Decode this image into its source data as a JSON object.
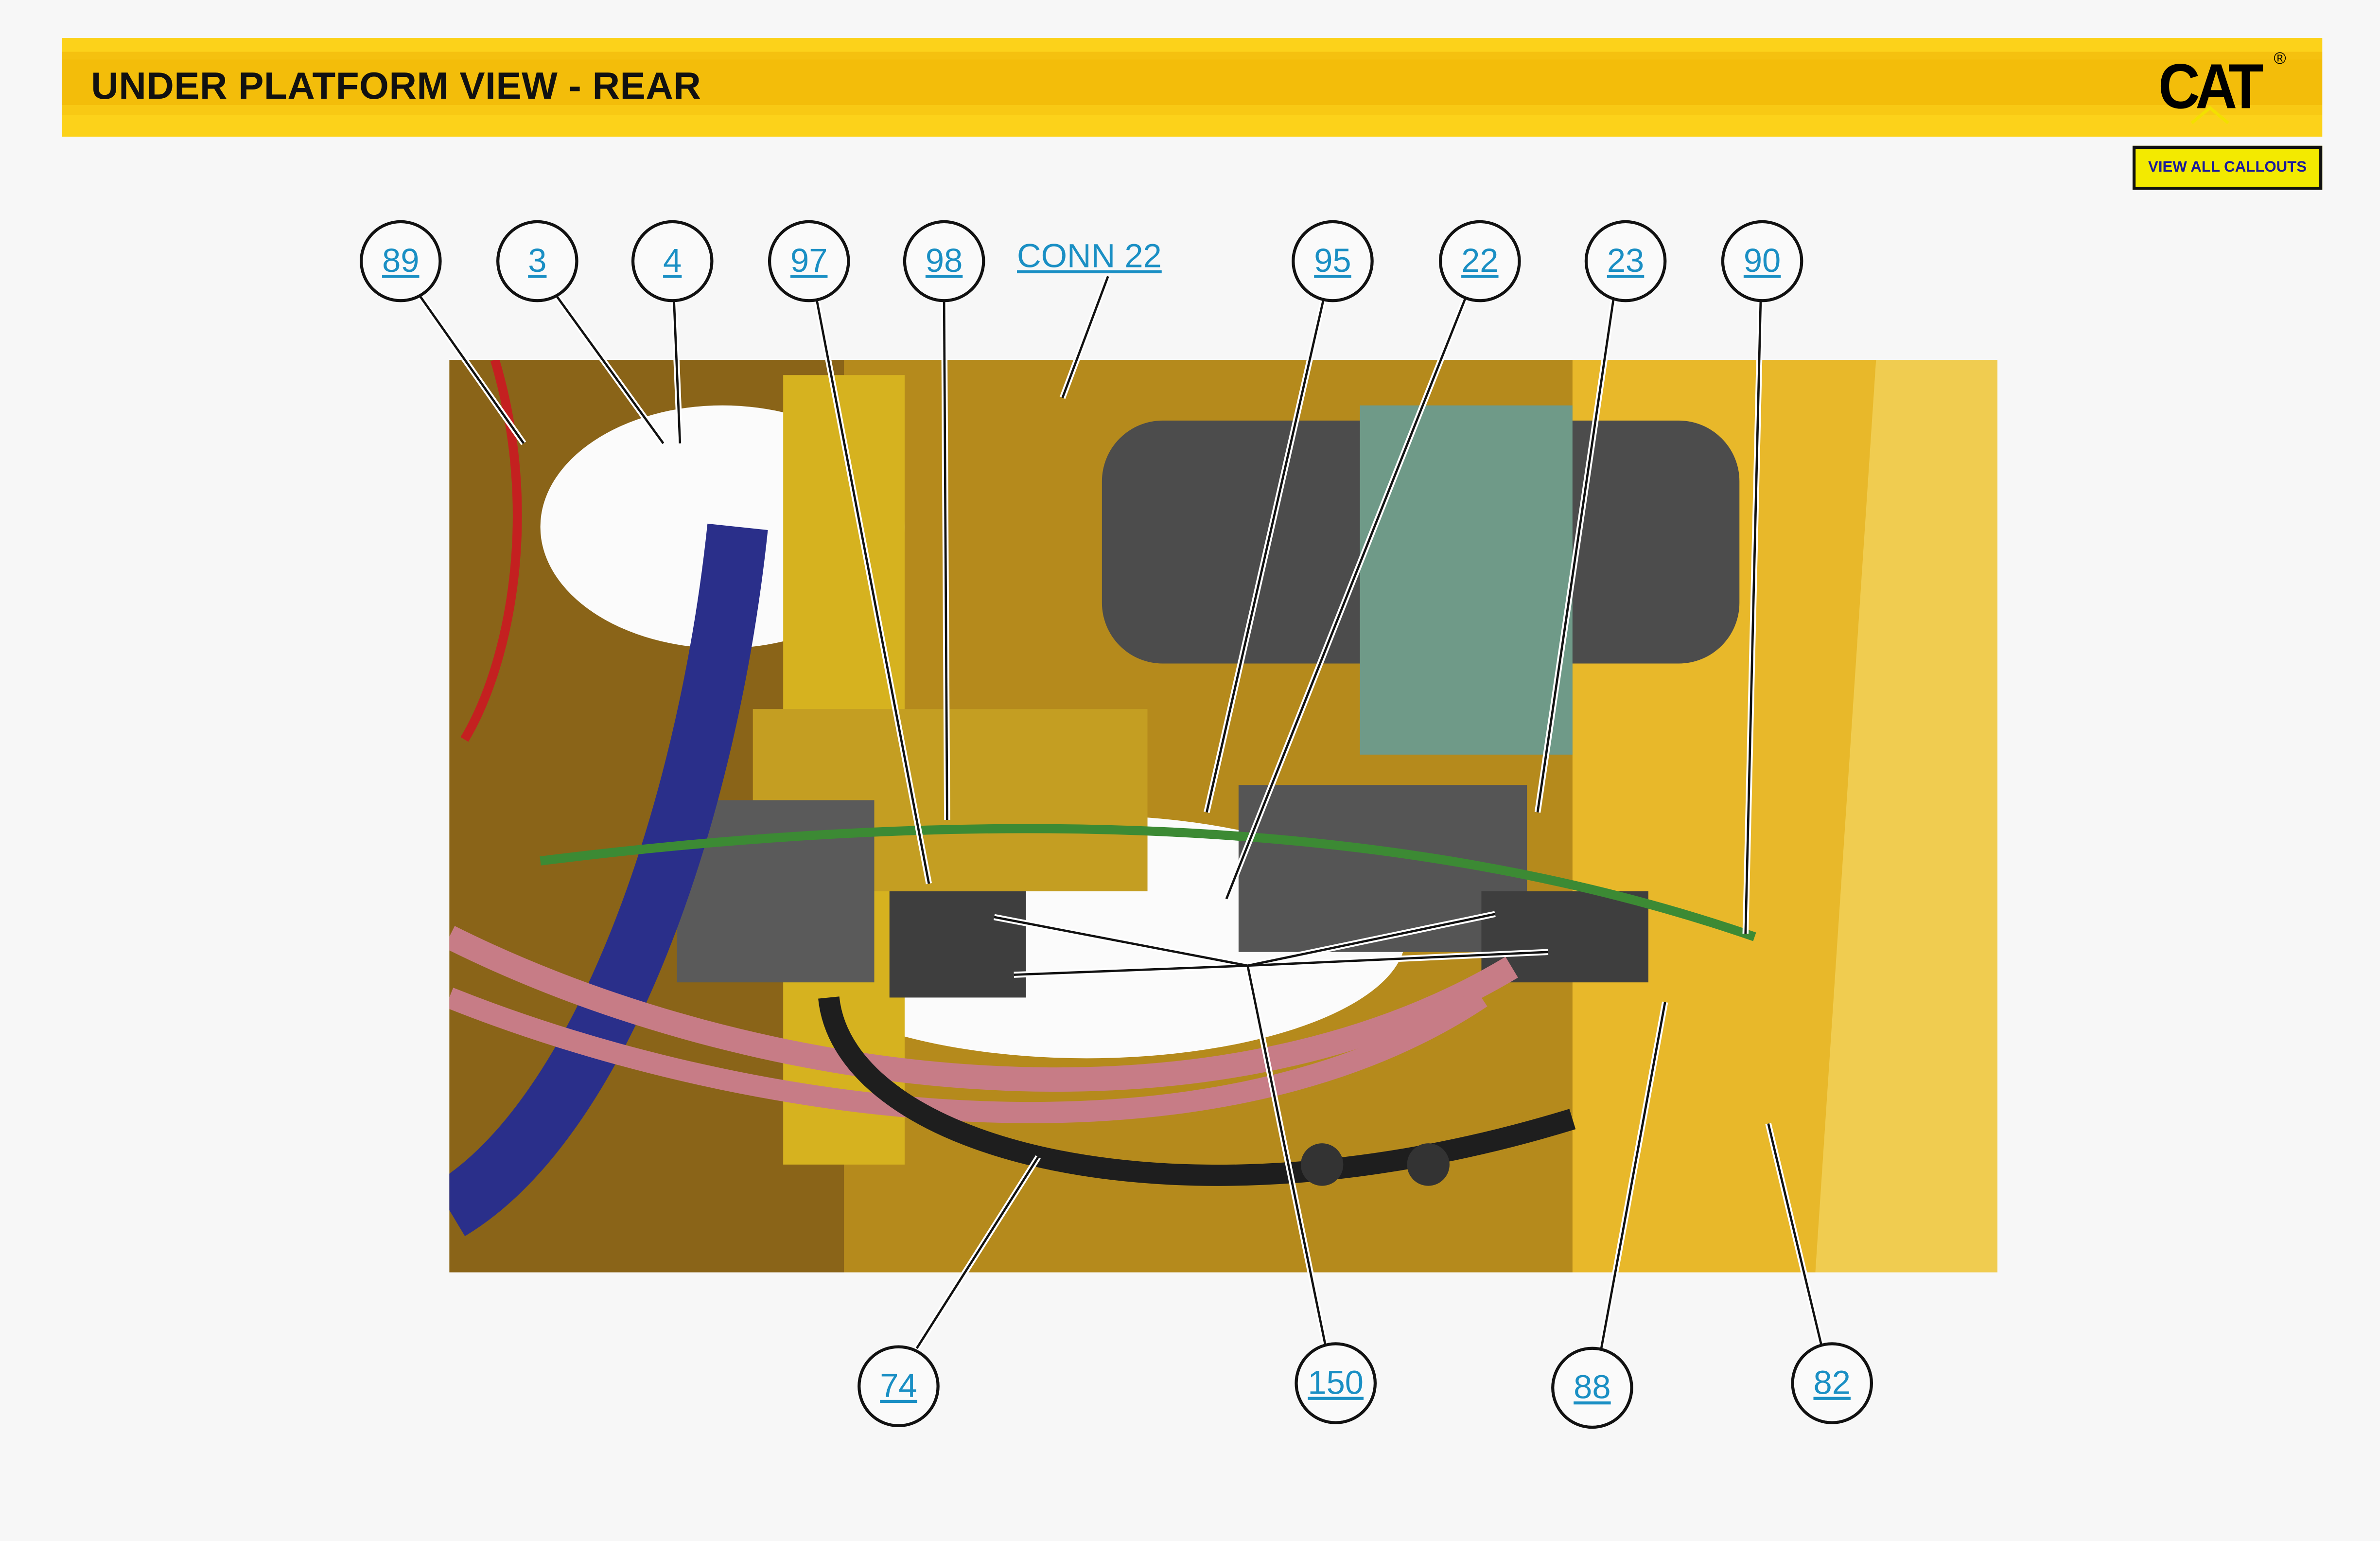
{
  "header": {
    "title": "UNDER PLATFORM VIEW - REAR",
    "logo_text": "CAT",
    "logo_mark": "®"
  },
  "toolbar": {
    "view_all_label": "VIEW ALL CALLOUTS"
  },
  "colors": {
    "header": "#f5c10f",
    "button": "#f3ea00",
    "link": "#1a8fc4"
  },
  "callouts": {
    "c89": "89",
    "c3": "3",
    "c4": "4",
    "c97": "97",
    "c98": "98",
    "conn22": "CONN 22",
    "c95": "95",
    "c22": "22",
    "c23": "23",
    "c90": "90",
    "c74": "74",
    "c150": "150",
    "c88": "88",
    "c82": "82"
  }
}
